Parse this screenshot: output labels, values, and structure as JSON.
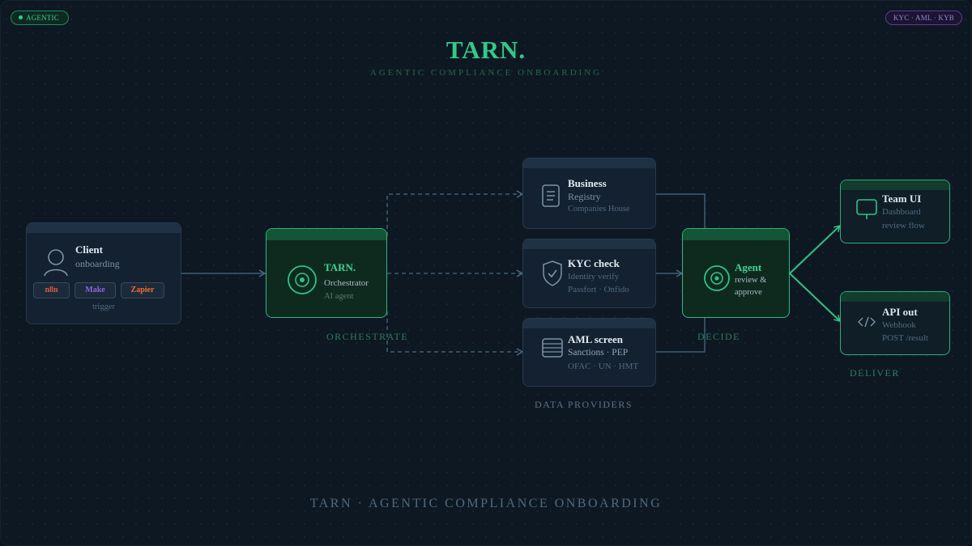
{
  "badges": {
    "left": "AGENTIC",
    "right": "KYC · AML · KYB"
  },
  "header": {
    "title": "TARN.",
    "subtitle": "AGENTIC COMPLIANCE ONBOARDING"
  },
  "nodes": {
    "client": {
      "title": "Client",
      "subtitle": "onboarding",
      "caption": "trigger",
      "chips": [
        "n8n",
        "Make",
        "Zapier"
      ],
      "icon": "user-icon"
    },
    "orchestrator": {
      "title": "TARN.",
      "line1": "Orchestrator",
      "line2": "AI agent",
      "icon": "target-icon"
    },
    "business": {
      "title": "Business",
      "line1": "Registry",
      "line2": "Companies House",
      "icon": "document-icon"
    },
    "kyc": {
      "title": "KYC check",
      "line1": "Identity verify",
      "line2": "Passfort · Onfido",
      "icon": "shield-check-icon"
    },
    "aml": {
      "title": "AML screen",
      "line1": "Sanctions · PEP",
      "line2": "OFAC · UN · HMT",
      "icon": "list-icon"
    },
    "agent": {
      "title": "Agent",
      "line1": "review &",
      "line2": "approve",
      "icon": "target-icon"
    },
    "team_ui": {
      "title": "Team UI",
      "line1": "Dashboard",
      "line2": "review flow",
      "icon": "monitor-icon"
    },
    "api_out": {
      "title": "API out",
      "line1": "Webhook",
      "line2": "POST /result",
      "icon": "code-icon"
    }
  },
  "stages": {
    "orchestrate": "ORCHESTRATE",
    "providers": "DATA PROVIDERS",
    "decide": "DECIDE",
    "deliver": "DELIVER"
  },
  "footer": "TARN · AGENTIC COMPLIANCE ONBOARDING",
  "colors": {
    "accent": "#33c98c",
    "background": "#0e1822",
    "card": "#132130",
    "purple": "#9a83d6"
  }
}
